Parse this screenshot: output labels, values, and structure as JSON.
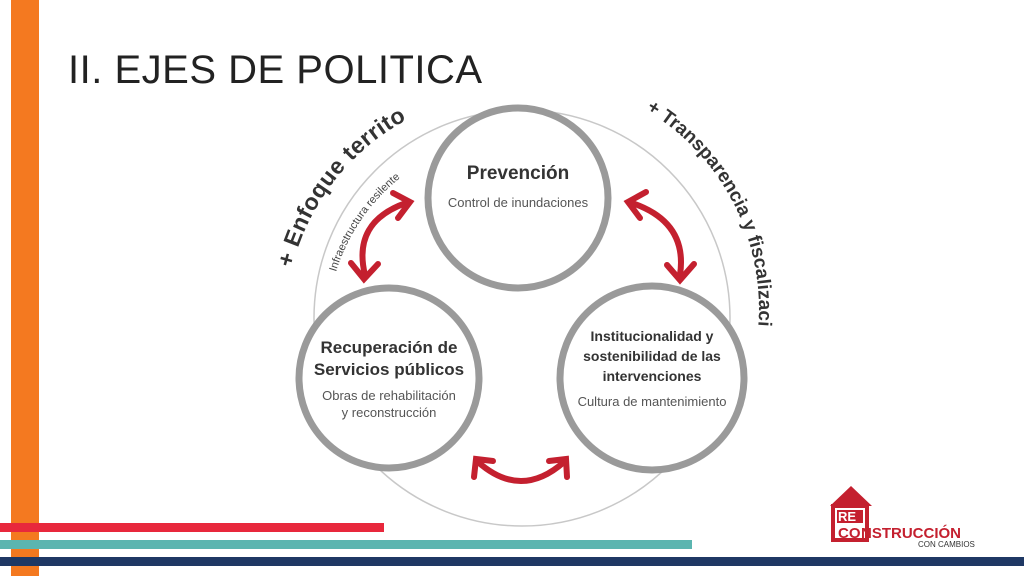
{
  "slide": {
    "title": "II. EJES DE POLITICA"
  },
  "diagram": {
    "arc_left_label": "+ Enfoque territorial",
    "arc_left_sublabel": "Infraestructura resilente",
    "arc_right_label": "+ Transparencia y fiscalización",
    "nodes": [
      {
        "title": "Prevención",
        "subtitle": "Control de inundaciones"
      },
      {
        "title_line1": "Recuperación de",
        "title_line2": "Servicios públicos",
        "subtitle_line1": "Obras de rehabilitación",
        "subtitle_line2": "y reconstrucción"
      },
      {
        "title_line1": "Institucionalidad y",
        "title_line2": "sostenibilidad de las",
        "title_line3": "intervenciones",
        "subtitle": "Cultura de mantenimiento"
      }
    ]
  },
  "logo": {
    "text_re": "RE",
    "text_co": "CO",
    "text_rest": "NSTRUCCIÓN",
    "tagline": "CON CAMBIOS"
  },
  "colors": {
    "orange": "#f47920",
    "red": "#c4202f",
    "teal": "#5bb5b0",
    "navy": "#1f3864",
    "ring": "#9a9a9a"
  }
}
